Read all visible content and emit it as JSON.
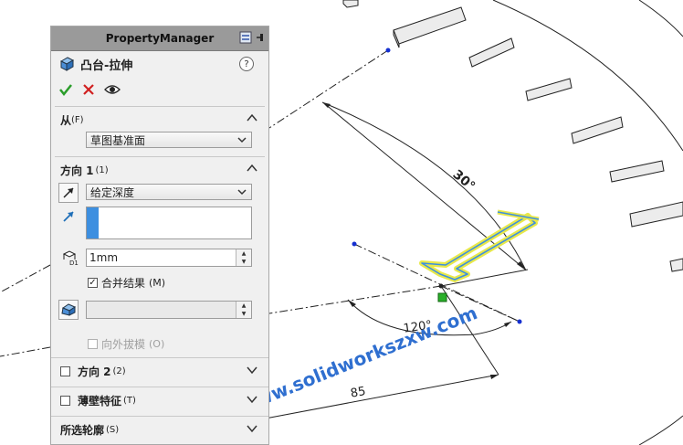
{
  "panel": {
    "title": "PropertyManager",
    "feature_name": "凸台-拉伸",
    "help": "?"
  },
  "from_group": {
    "header": "从",
    "shortcut": "(F)",
    "selected": "草图基准面"
  },
  "direction1": {
    "header": "方向 1",
    "shortcut": "(1)",
    "end_condition": "给定深度",
    "depth": "1mm",
    "merge_label": "合并结果",
    "merge_shortcut": "(M)",
    "merge_checked": true,
    "draft_outward_label": "向外拔模",
    "draft_outward_shortcut": "(O)",
    "depth_icon_label": "D1"
  },
  "direction2": {
    "label": "方向 2",
    "shortcut": "(2)"
  },
  "thin_feature": {
    "label": "薄壁特征",
    "shortcut": "(T)"
  },
  "selected_contours": {
    "label": "所选轮廓",
    "shortcut": "(S)"
  },
  "graphics": {
    "angle_30": "30°",
    "angle_120": "120°",
    "dim_85": "85",
    "watermark": "www.solidworkszxw.com"
  },
  "colors": {
    "accent_blue": "#3d8fe0",
    "ok_green": "#2a9d2a",
    "cancel_red": "#d02020",
    "sketch_yellow": "#e8e84a",
    "watermark_blue": "#2f6fd0"
  }
}
